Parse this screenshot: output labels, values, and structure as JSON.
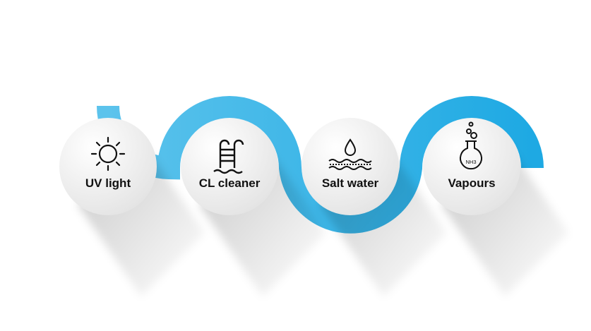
{
  "steps": [
    {
      "label": "UV light",
      "icon": "sun-icon"
    },
    {
      "label": "CL cleaner",
      "icon": "pool-ladder-icon"
    },
    {
      "label": "Salt water",
      "icon": "water-drop-waves-icon"
    },
    {
      "label": "Vapours",
      "icon": "flask-icon",
      "formula": "NH3"
    }
  ],
  "colors": {
    "ribbon_start": "#5cc3ec",
    "ribbon_end": "#1ea9e3",
    "icon": "#111111"
  }
}
